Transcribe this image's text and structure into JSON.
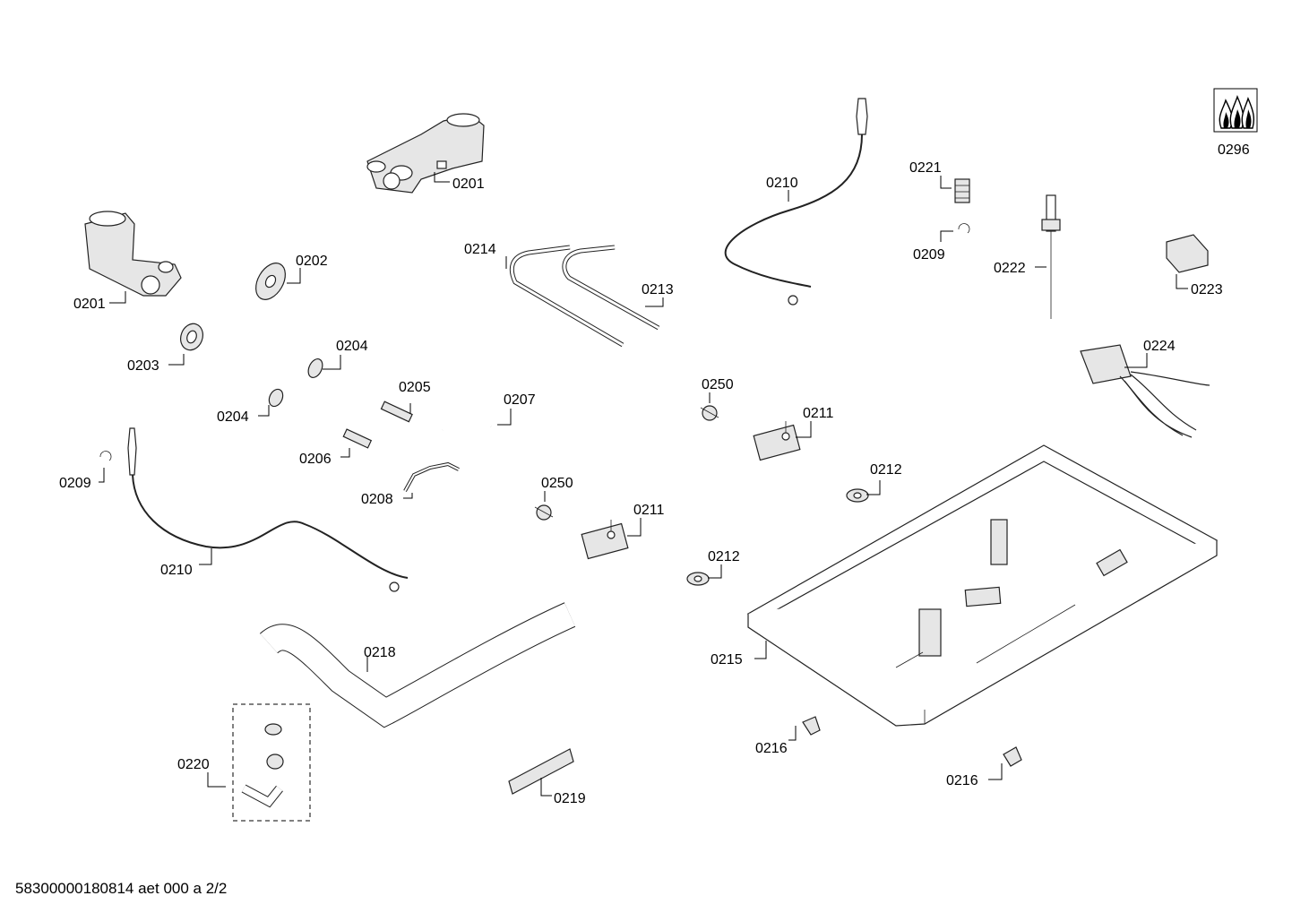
{
  "labels": {
    "p0201a": "0201",
    "p0201b": "0201",
    "p0202": "0202",
    "p0203": "0203",
    "p0204a": "0204",
    "p0204b": "0204",
    "p0205": "0205",
    "p0206": "0206",
    "p0207": "0207",
    "p0208": "0208",
    "p0209a": "0209",
    "p0209b": "0209",
    "p0210a": "0210",
    "p0210b": "0210",
    "p0211a": "0211",
    "p0211b": "0211",
    "p0212a": "0212",
    "p0212b": "0212",
    "p0213": "0213",
    "p0214": "0214",
    "p0215": "0215",
    "p0216a": "0216",
    "p0216b": "0216",
    "p0218": "0218",
    "p0219": "0219",
    "p0220": "0220",
    "p0221": "0221",
    "p0222": "0222",
    "p0223": "0223",
    "p0224": "0224",
    "p0250a": "0250",
    "p0250b": "0250",
    "p0296": "0296"
  },
  "footer": "58300000180814 aet 000 a 2/2",
  "icons": {
    "gas": "flame-icon"
  }
}
